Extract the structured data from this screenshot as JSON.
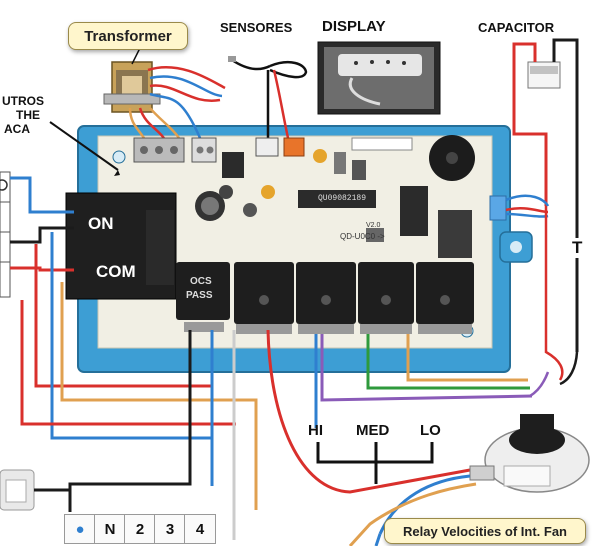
{
  "labels": {
    "transformer": "Transformer",
    "sensores": "SENSORES",
    "display": "DISPLAY",
    "capacitor": "CAPACITOR",
    "outros_line1": "UTROS",
    "outros_line2": "THE",
    "outros_line3": "ACA",
    "on": "ON",
    "com": "COM",
    "hi": "HI",
    "med": "MED",
    "lo": "LO",
    "t": "T",
    "relay_callout": "Relay Velocities of Int. Fan"
  },
  "terminal_block": [
    "N",
    "2",
    "3",
    "4"
  ],
  "board_texts": {
    "pass_line1": "OCS",
    "pass_line2": "PASS",
    "part_number": "QU09082189",
    "model_code": "QD-U0C0 ->",
    "ver": "V2.0"
  },
  "icons": [
    "transformer-icon",
    "temperature-sensor-icon",
    "display-panel-icon",
    "capacitor-icon",
    "buzzer-icon",
    "fan-motor-icon",
    "relay-icon"
  ],
  "colors": {
    "board_frame": "#3d9ed4",
    "pcb": "#f1efe4",
    "relay": "#1e1e1e",
    "wire_red": "#d9302c",
    "wire_blue": "#2f7fcf",
    "wire_black": "#1b1b1b",
    "wire_orange": "#e0a050",
    "wire_green": "#2f9a3c",
    "wire_purple": "#8a5bb8",
    "callout_bg": "#fff6cc"
  }
}
